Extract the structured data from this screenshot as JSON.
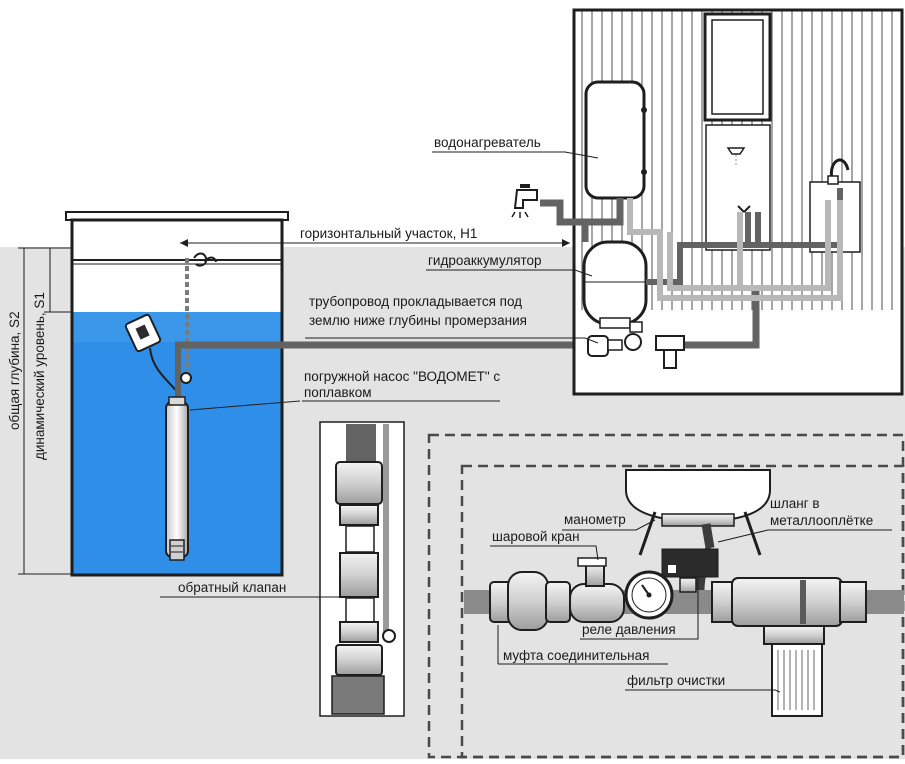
{
  "labels": {
    "water_heater": "водонагреватель",
    "horizontal_section": "горизонтальный участок, H1",
    "accumulator": "гидроаккумулятор",
    "pipeline_line1": "трубопровод прокладывается под",
    "pipeline_line2": "землю ниже глубины промерзания",
    "pump_line1": "погружной насос \"ВОДОМЕТ\" с",
    "pump_line2": "поплавком",
    "total_depth": "общая глубина, S2",
    "dynamic_level": "динамический уровень, S1",
    "check_valve": "обратный клапан",
    "pressure_gauge": "манометр",
    "braided_hose_line1": "шланг в",
    "braided_hose_line2": "металлооплётке",
    "ball_valve": "шаровой кран",
    "pressure_relay": "реле давления",
    "coupling": "муфта соединительная",
    "filter": "фильтр очистки"
  },
  "colors": {
    "ground": "#e3e3e3",
    "water": "#2f8fe8",
    "water_light": "#5aaaf0",
    "pipe_dark": "#636363",
    "pipe_light": "#b8b8b8",
    "outline": "#1e1e1e",
    "house_wall": "#ffffff"
  }
}
